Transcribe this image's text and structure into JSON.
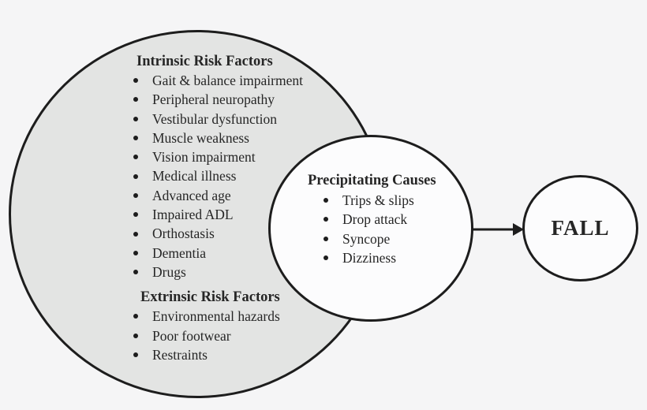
{
  "diagram": {
    "risk_circle": {
      "intrinsic_title": "Intrinsic Risk Factors",
      "intrinsic_items": [
        "Gait & balance impairment",
        "Peripheral neuropathy",
        "Vestibular dysfunction",
        "Muscle weakness",
        "Vision impairment",
        "Medical illness",
        "Advanced age",
        "Impaired ADL",
        "Orthostasis",
        "Dementia",
        "Drugs"
      ],
      "extrinsic_title": "Extrinsic Risk Factors",
      "extrinsic_items": [
        "Environmental hazards",
        "Poor footwear",
        "Restraints"
      ]
    },
    "precipitating_circle": {
      "title": "Precipitating Causes",
      "items": [
        "Trips & slips",
        "Drop attack",
        "Syncope",
        "Dizziness"
      ]
    },
    "outcome_circle": {
      "label": "FALL"
    }
  },
  "colors": {
    "background": "#f5f5f6",
    "risk_fill": "#e3e4e3",
    "circle_fill": "#fcfcfd",
    "stroke": "#1d1d1d",
    "text": "#262626"
  }
}
